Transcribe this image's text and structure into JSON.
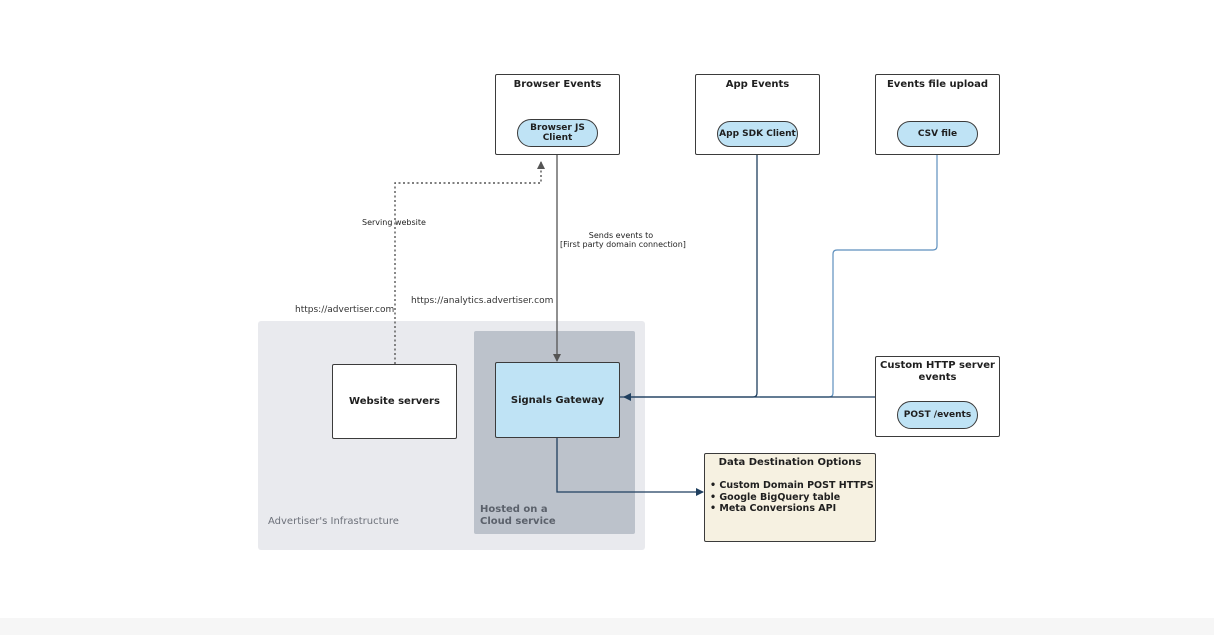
{
  "regions": {
    "infrastructure_label": "Advertiser's Infrastructure",
    "cloud_label": "Hosted on a\nCloud service"
  },
  "sources": {
    "browser": {
      "title": "Browser Events",
      "client": "Browser JS\nClient"
    },
    "app": {
      "title": "App Events",
      "client": "App SDK Client"
    },
    "file": {
      "title": "Events file upload",
      "client": "CSV file"
    },
    "http": {
      "title": "Custom HTTP server\nevents",
      "client": "POST /events"
    }
  },
  "nodes": {
    "website_servers": "Website servers",
    "signals_gateway": "Signals Gateway"
  },
  "destination": {
    "title": "Data Destination Options",
    "options": [
      "• Custom Domain POST HTTPS",
      "• Google BigQuery table",
      "• Meta Conversions API"
    ]
  },
  "edge_labels": {
    "serving": "Serving website",
    "sends_line1": "Sends events to",
    "sends_line2": "[First party domain connection]"
  },
  "urls": {
    "advertiser": "https://advertiser.com",
    "analytics": "https://analytics.advertiser.com"
  },
  "colors": {
    "infrastructure_bg": "#e9eaee",
    "cloud_bg": "#bcc2cb",
    "client_pill": "#bfe3f5",
    "destination_bg": "#f6f1e1",
    "connector_dark": "#1f3f5f",
    "connector_light": "#5d8fbd",
    "connector_grey": "#555555"
  }
}
